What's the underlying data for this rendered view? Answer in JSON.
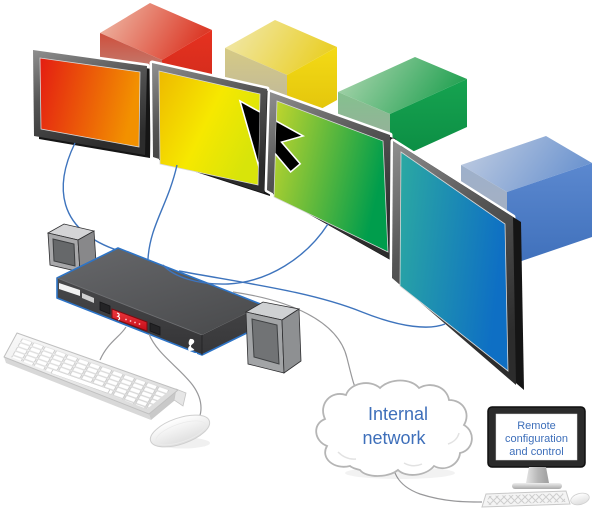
{
  "labels": {
    "cloud_line1": "Internal",
    "cloud_line2": "network",
    "remote_line1": "Remote",
    "remote_line2": "configuration",
    "remote_line3": "and control"
  },
  "text_color": "#3e6fba",
  "monitors": [
    {
      "id": "monitor-1",
      "color_from": "#e41d12",
      "color_to": "#f29100"
    },
    {
      "id": "monitor-2",
      "color_from": "#eeb900",
      "color_mid": "#f6e800",
      "color_to": "#d8e40a"
    },
    {
      "id": "monitor-3",
      "color_from": "#c3d62c",
      "color_to": "#009d4c"
    },
    {
      "id": "monitor-4",
      "color_from": "#2ba9a2",
      "color_to": "#0e6fc4"
    }
  ],
  "cubes": [
    {
      "id": "cube-red",
      "face": "#e63220"
    },
    {
      "id": "cube-yellow",
      "face": "#f4da16"
    },
    {
      "id": "cube-green",
      "face": "#16a350"
    },
    {
      "id": "cube-blue",
      "face": "#5b88cf"
    }
  ],
  "device": {
    "outline": "#2e74c6",
    "display_color": "#ef3a40"
  },
  "cables": {
    "video": "#3e74bd",
    "network": "#98989a"
  }
}
